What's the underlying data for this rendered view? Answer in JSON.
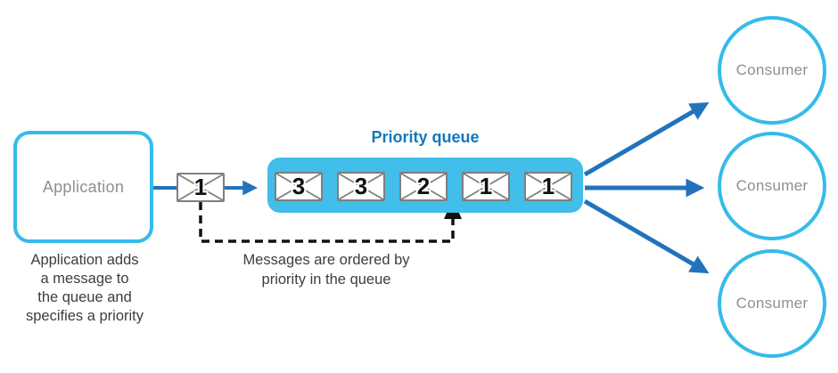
{
  "application": {
    "label": "Application",
    "caption": "Application adds\na message to\nthe queue and\nspecifies a priority"
  },
  "incoming_message": {
    "priority": "1"
  },
  "queue": {
    "title": "Priority queue",
    "messages": [
      "3",
      "3",
      "2",
      "1",
      "1"
    ],
    "caption": "Messages are ordered by\npriority in the queue"
  },
  "consumers": [
    {
      "label": "Consumer"
    },
    {
      "label": "Consumer"
    },
    {
      "label": "Consumer"
    }
  ],
  "colors": {
    "cyan_border": "#35bbea",
    "queue_fill": "#41bee9",
    "arrow_blue": "#2273bb",
    "title_blue": "#1478be",
    "node_text_gray": "#8f8f8f",
    "caption_text": "#3d3d3d",
    "envelope_border": "#7f7f7f",
    "dashed_connector": "#111111"
  }
}
